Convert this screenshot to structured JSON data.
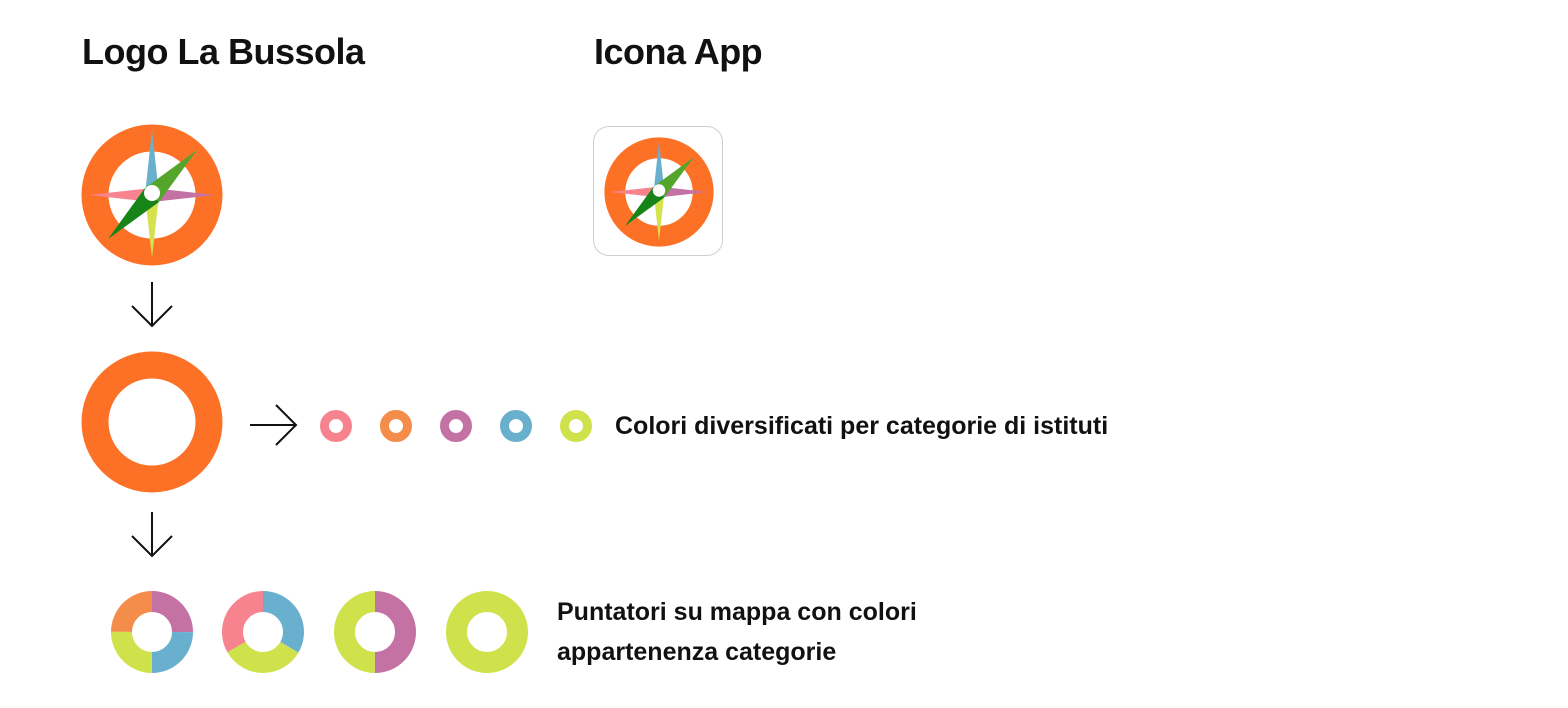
{
  "logo_section": {
    "title": "Logo La Bussola",
    "logo_icon": "compass-logo-icon"
  },
  "app_icon_section": {
    "title": "Icona App",
    "app_icon": "compass-app-icon"
  },
  "category_colors": {
    "caption": "Colori diversificati per categorie di istituti",
    "colors": [
      "#f6838e",
      "#f58d4a",
      "#c471a4",
      "#69b0cf",
      "#cfe24c"
    ]
  },
  "map_markers": {
    "caption_line1": "Puntatori su mappa con colori",
    "caption_line2": "appartenenza categorie"
  },
  "palette": {
    "brand_orange": "#fd7127",
    "needle_blue": "#69b0cf",
    "needle_green_dark": "#168416",
    "needle_green_light": "#55a52c",
    "needle_yellow": "#d4e24d",
    "needle_pink": "#f6838e",
    "needle_purple": "#c471a4"
  }
}
